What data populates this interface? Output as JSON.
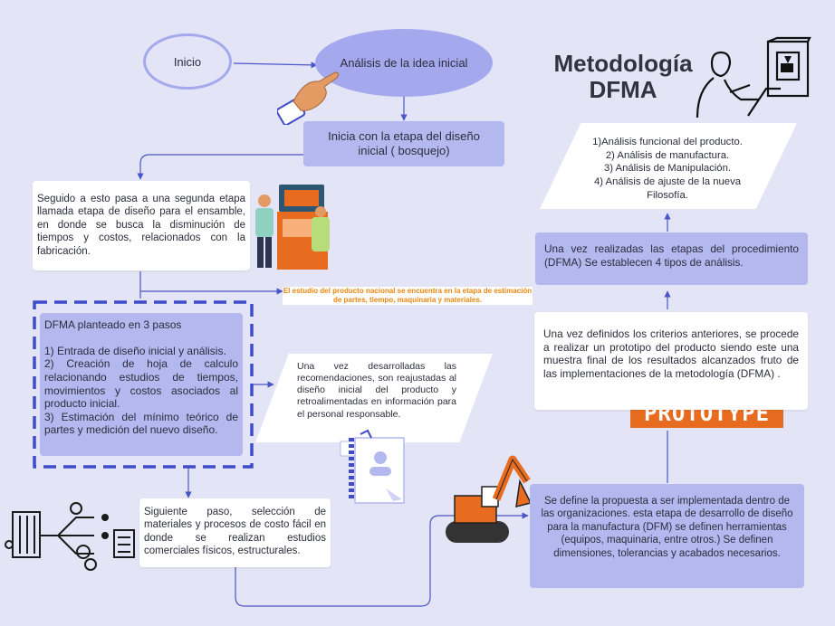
{
  "title": {
    "line1": "Metodología",
    "line2": "DFMA"
  },
  "nodes": {
    "inicio": "Inicio",
    "analisis_idea": "Análisis de la idea inicial",
    "etapa_diseno": "Inicia con la etapa del diseño inicial ( bosquejo)",
    "segunda_etapa": "Seguido a esto pasa a una segunda etapa llamada etapa de diseño para el ensamble, en donde se busca la disminución de tiempos y costos, relacionados con la fabricación.",
    "estudio_nacional_1": "El estudio del producto nacional se encuentra en la  etapa de estimación",
    "estudio_nacional_2": "de partes, tiempo, maquinaria y materiales.",
    "dfma_pasos": {
      "heading": "DFMA planteado en 3 pasos",
      "p1": "1) Entrada de diseño inicial y análisis.",
      "p2": "2) Creación de hoja de calculo relacionando estudios de tiempos, movimientos y costos asociados al producto inicial.",
      "p3": "3) Estimación del mínimo teórico de partes y medición del nuevo diseño."
    },
    "recomendaciones": "Una vez desarrolladas las recomendaciones, son reajustadas al diseño inicial del producto y retroalimentadas en información para el personal responsable.",
    "siguiente_paso": "Siguiente paso, selección de materiales y procesos de costo fácil en donde se realizan estudios comerciales físicos, estructurales.",
    "propuesta": "Se define la propuesta a ser implementada dentro de las organizaciones. esta etapa de desarrollo de diseño para la manufactura (DFM) se definen herramientas (equipos, maquinaria, entre otros.) Se definen dimensiones, tolerancias y acabados necesarios.",
    "prototipo": "Una vez definidos los criterios anteriores, se procede a realizar un prototipo del producto siendo este una muestra final de los resultados alcanzados fruto de las implementaciones de la metodología (DFMA) .",
    "tipos_analisis": "Una vez realizadas las etapas del procedimiento (DFMA) Se establecen 4 tipos de análisis.",
    "analisis_lista": {
      "a1": "1)Análisis funcional del producto.",
      "a2": "2) Análisis de manufactura.",
      "a3": "3) Análisis de Manipulación.",
      "a4": "4) Análisis de ajuste de la nueva Filosofía."
    }
  },
  "prototype_label": "PROTOTYPE",
  "icons": [
    "pointing-hand-icon",
    "person-laptop-3dprinter-icon",
    "workers-machine-icon",
    "document-checklist-icon",
    "process-gears-icon",
    "excavator-icon"
  ],
  "colors": {
    "background": "#e3e5f7",
    "blue_box": "#b3b8ee",
    "oval": "#a4a9ee",
    "accent_line": "#4a55c8",
    "orange": "#e86c1f"
  }
}
